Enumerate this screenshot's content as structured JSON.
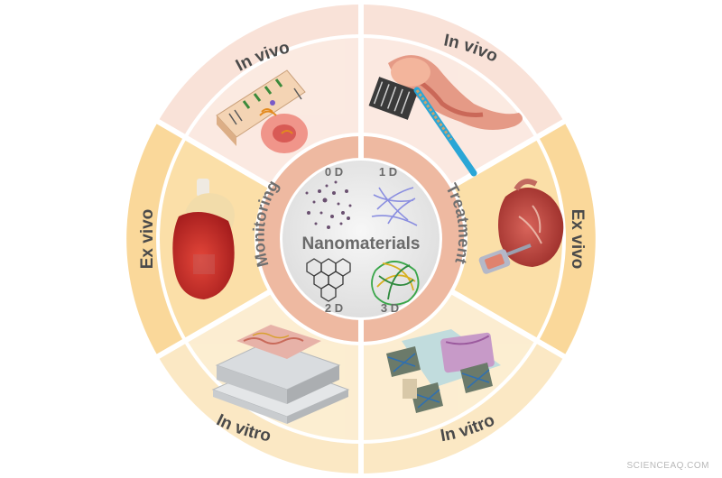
{
  "diagram": {
    "center": {
      "title": "Nanomaterials",
      "dims": [
        "0 D",
        "1 D",
        "2 D",
        "3 D"
      ]
    },
    "middle_ring": {
      "left": "Monitoring",
      "right": "Treatment"
    },
    "outer_ring": {
      "top_left": "In vivo",
      "top_right": "In vivo",
      "mid_left": "Ex vivo",
      "mid_right": "Ex vivo",
      "bottom_left": "In vitro",
      "bottom_right": "In vitro"
    }
  },
  "colors": {
    "in_vivo": "#f9e2d8",
    "ex_vivo": "#fad89a",
    "in_vitro": "#fbe8c4",
    "middle_ring": "#eeb9a1",
    "center": "#f0f0f0"
  },
  "watermark": "SCIENCEAQ.COM"
}
